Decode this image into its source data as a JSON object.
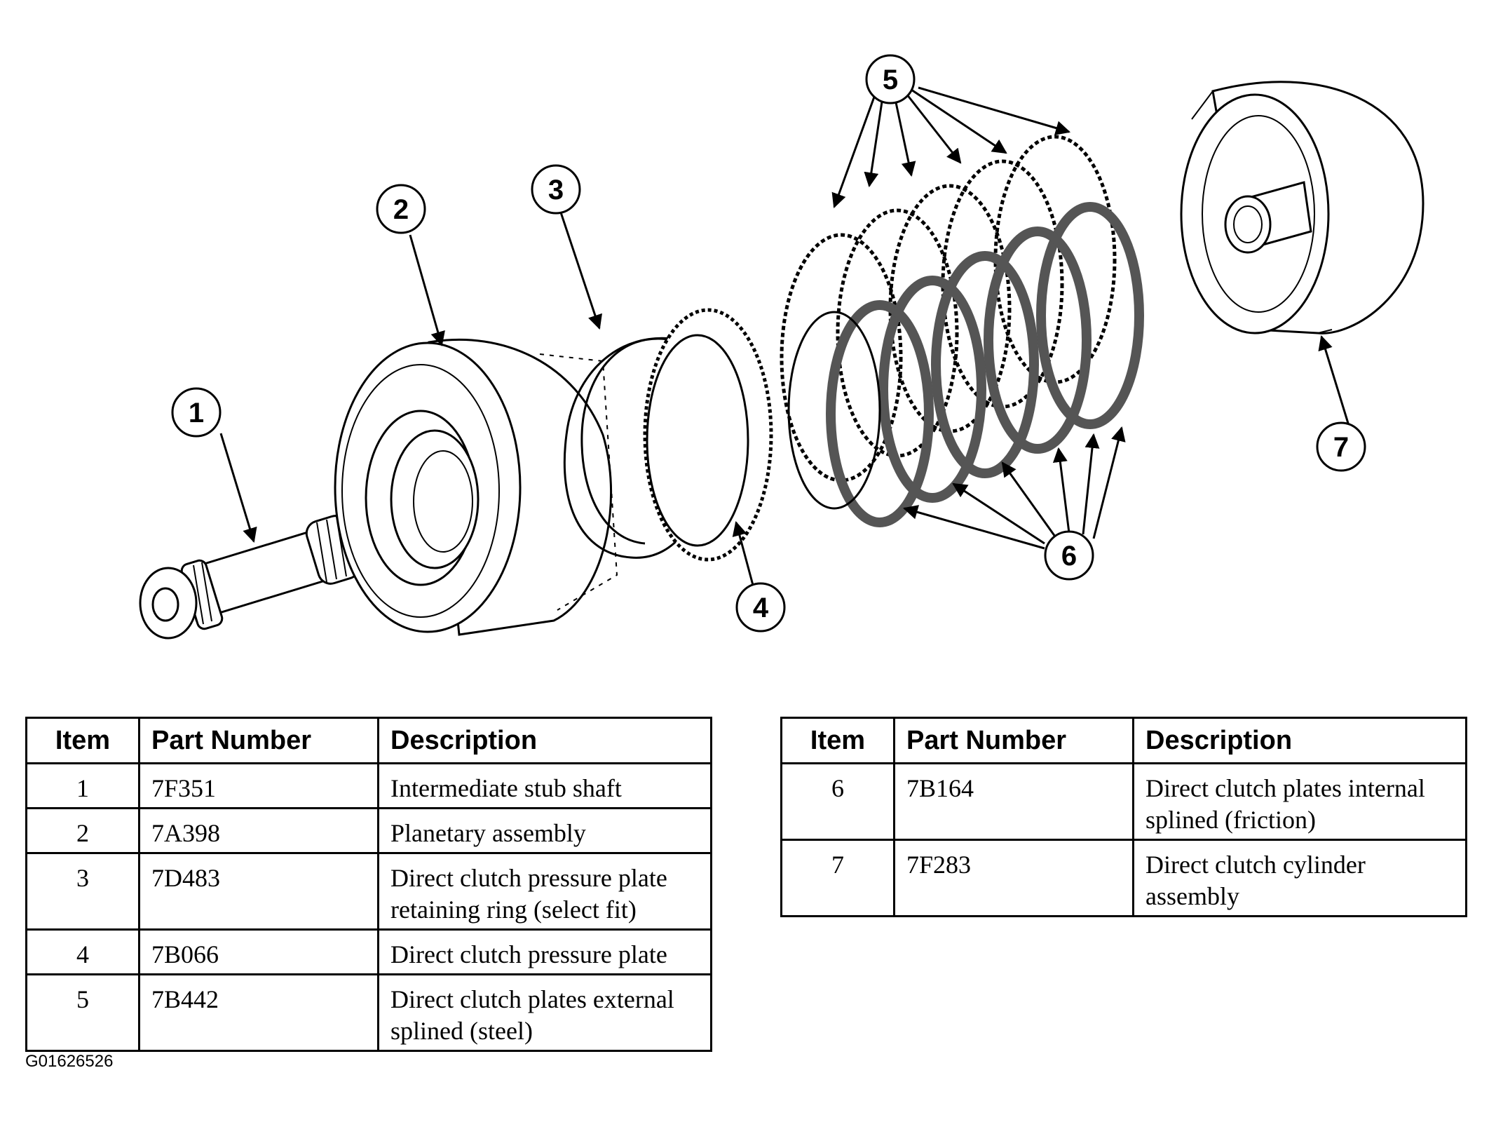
{
  "callouts": [
    "1",
    "2",
    "3",
    "4",
    "5",
    "6",
    "7"
  ],
  "table_headers": {
    "item": "Item",
    "part_number": "Part Number",
    "description": "Description"
  },
  "parts_left": [
    {
      "item": "1",
      "part_number": "7F351",
      "description": "Intermediate stub shaft"
    },
    {
      "item": "2",
      "part_number": "7A398",
      "description": "Planetary assembly"
    },
    {
      "item": "3",
      "part_number": "7D483",
      "description": "Direct clutch pressure plate retaining ring (select fit)"
    },
    {
      "item": "4",
      "part_number": "7B066",
      "description": "Direct clutch pressure plate"
    },
    {
      "item": "5",
      "part_number": "7B442",
      "description": "Direct clutch plates external splined (steel)"
    }
  ],
  "parts_right": [
    {
      "item": "6",
      "part_number": "7B164",
      "description": "Direct clutch plates internal splined (friction)"
    },
    {
      "item": "7",
      "part_number": "7F283",
      "description": "Direct clutch cylinder assembly"
    }
  ],
  "figure_id": "G01626526"
}
